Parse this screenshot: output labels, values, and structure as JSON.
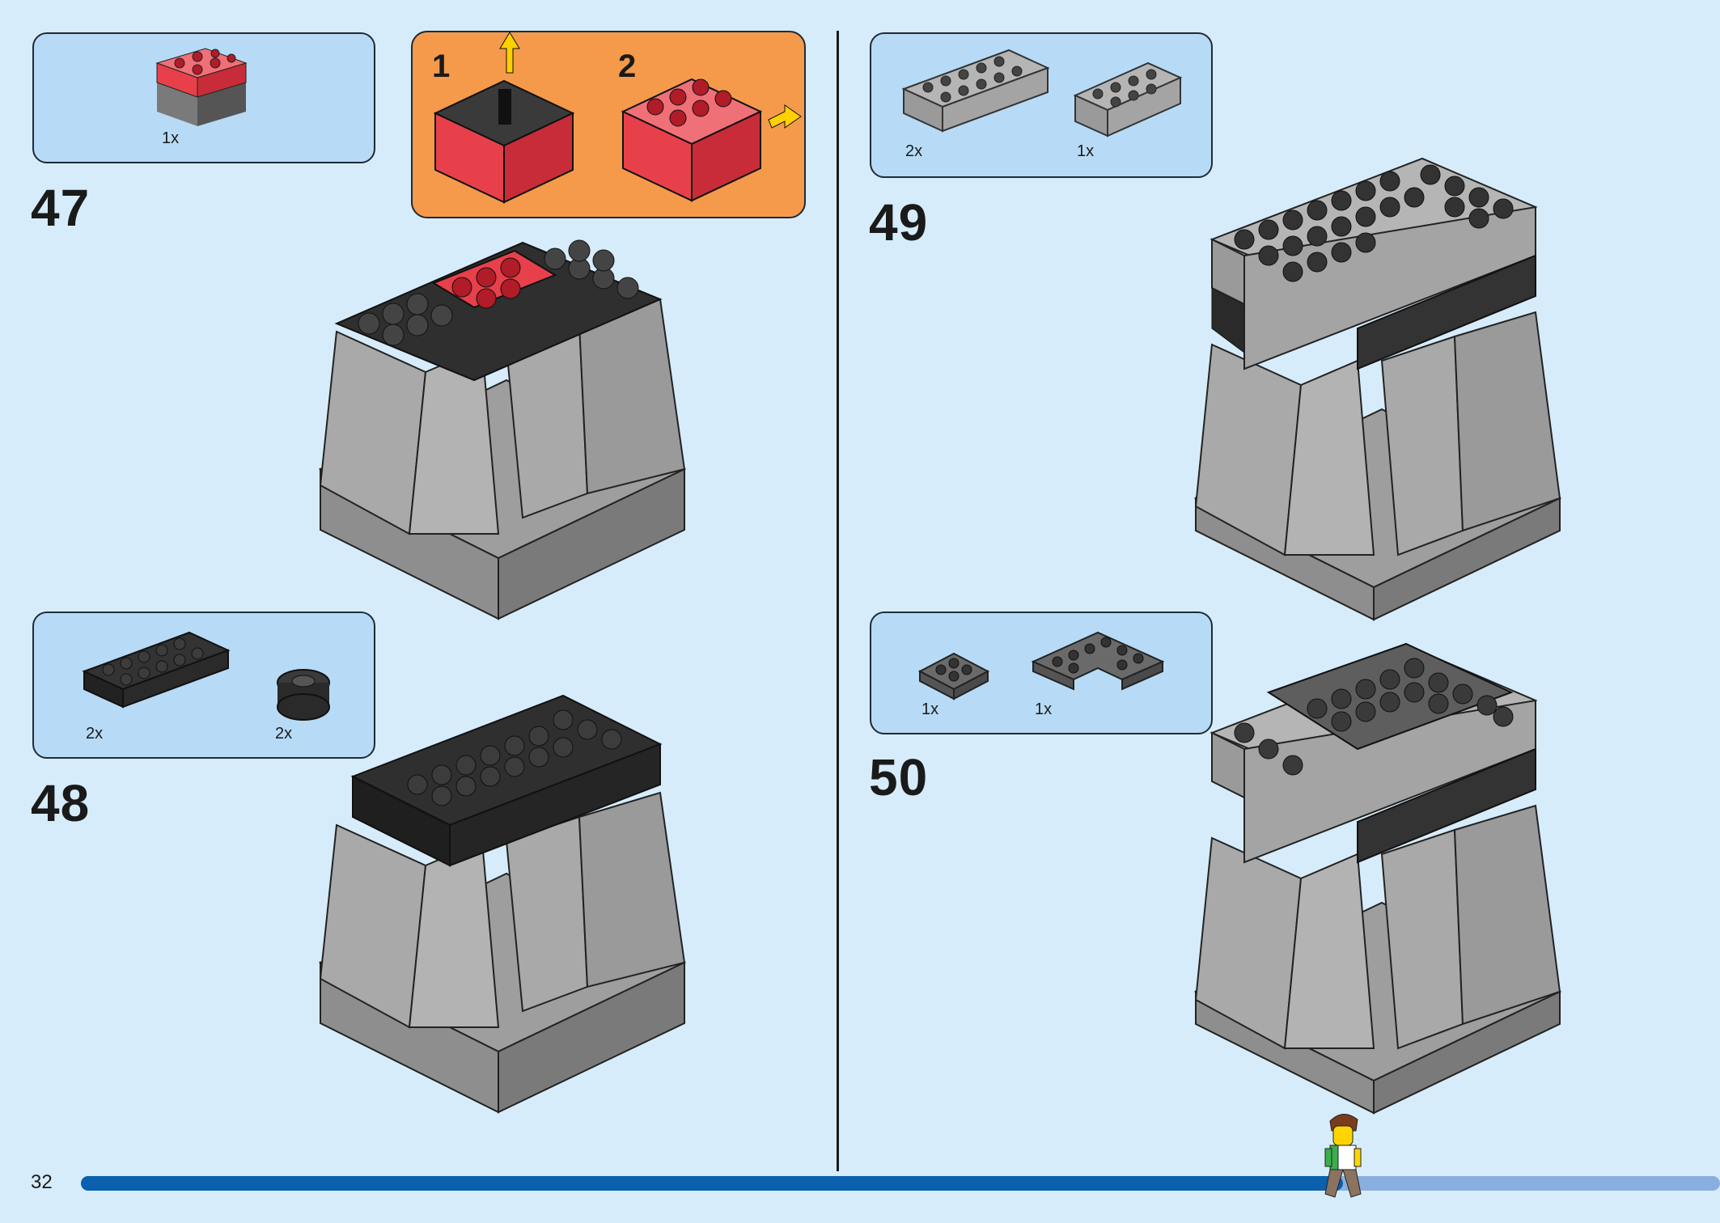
{
  "page": {
    "number": "32"
  },
  "colors": {
    "background": "#d6ecfa",
    "parts_box": "#b7dbf6",
    "substep_box": "#f59a4a",
    "progress_done": "#0a5fae",
    "progress_remaining": "#8aaee0",
    "dark_gray": "#3a3a3a",
    "light_gray": "#a9a9a9",
    "trans_red": "#e8404a"
  },
  "progress": {
    "fraction_complete": 0.77
  },
  "steps": [
    {
      "number": "47",
      "parts": [
        {
          "qty": "1x",
          "icon": "trans-red-light-brick-icon"
        }
      ],
      "substeps": [
        {
          "label": "1"
        },
        {
          "label": "2"
        }
      ]
    },
    {
      "number": "48",
      "parts": [
        {
          "qty": "2x",
          "icon": "black-2x6-brick-icon"
        },
        {
          "qty": "2x",
          "icon": "black-round-brick-icon"
        }
      ]
    },
    {
      "number": "49",
      "parts": [
        {
          "qty": "2x",
          "icon": "gray-2x6-brick-icon"
        },
        {
          "qty": "1x",
          "icon": "gray-2x4-brick-icon"
        }
      ]
    },
    {
      "number": "50",
      "parts": [
        {
          "qty": "1x",
          "icon": "dark-gray-2x2-plate-icon"
        },
        {
          "qty": "1x",
          "icon": "dark-gray-corner-plate-icon"
        }
      ]
    }
  ]
}
